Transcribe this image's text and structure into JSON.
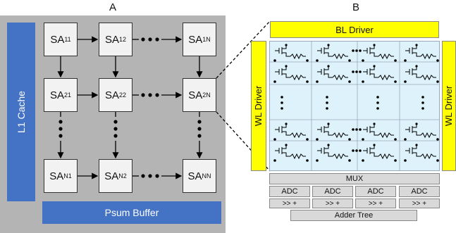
{
  "panels": {
    "a": "A",
    "b": "B"
  },
  "left": {
    "l1_cache": "L1 Cache",
    "psum_buffer": "Psum Buffer",
    "sa": {
      "r1c1": {
        "base": "SA",
        "sub": "11"
      },
      "r1c2": {
        "base": "SA",
        "sub": "12"
      },
      "r1cN": {
        "base": "SA",
        "sub": "1N"
      },
      "r2c1": {
        "base": "SA",
        "sub": "21"
      },
      "r2c2": {
        "base": "SA",
        "sub": "22"
      },
      "r2cN": {
        "base": "SA",
        "sub": "2N"
      },
      "rNc1": {
        "base": "SA",
        "sub": "N1"
      },
      "rNc2": {
        "base": "SA",
        "sub": "N2"
      },
      "rNcN": {
        "base": "SA",
        "sub": "NN"
      }
    },
    "ellipsis_h": "• • •",
    "ellipsis_v": "•\n•\n•"
  },
  "right": {
    "bl_driver": "BL Driver",
    "wl_driver_left": "WL Driver",
    "wl_driver_right": "WL Driver",
    "mux": "MUX",
    "adc": [
      "ADC",
      "ADC",
      "ADC",
      "ADC"
    ],
    "shift_add": [
      ">> +",
      ">> +",
      ">> +",
      ">> +"
    ],
    "adder_tree": "Adder Tree"
  },
  "colors": {
    "grey_panel": "#b4b4b4",
    "blue": "#4472c4",
    "yellow": "#ffff00",
    "array_bg": "#ddf2fa",
    "box_grey": "#d9d9d9"
  }
}
